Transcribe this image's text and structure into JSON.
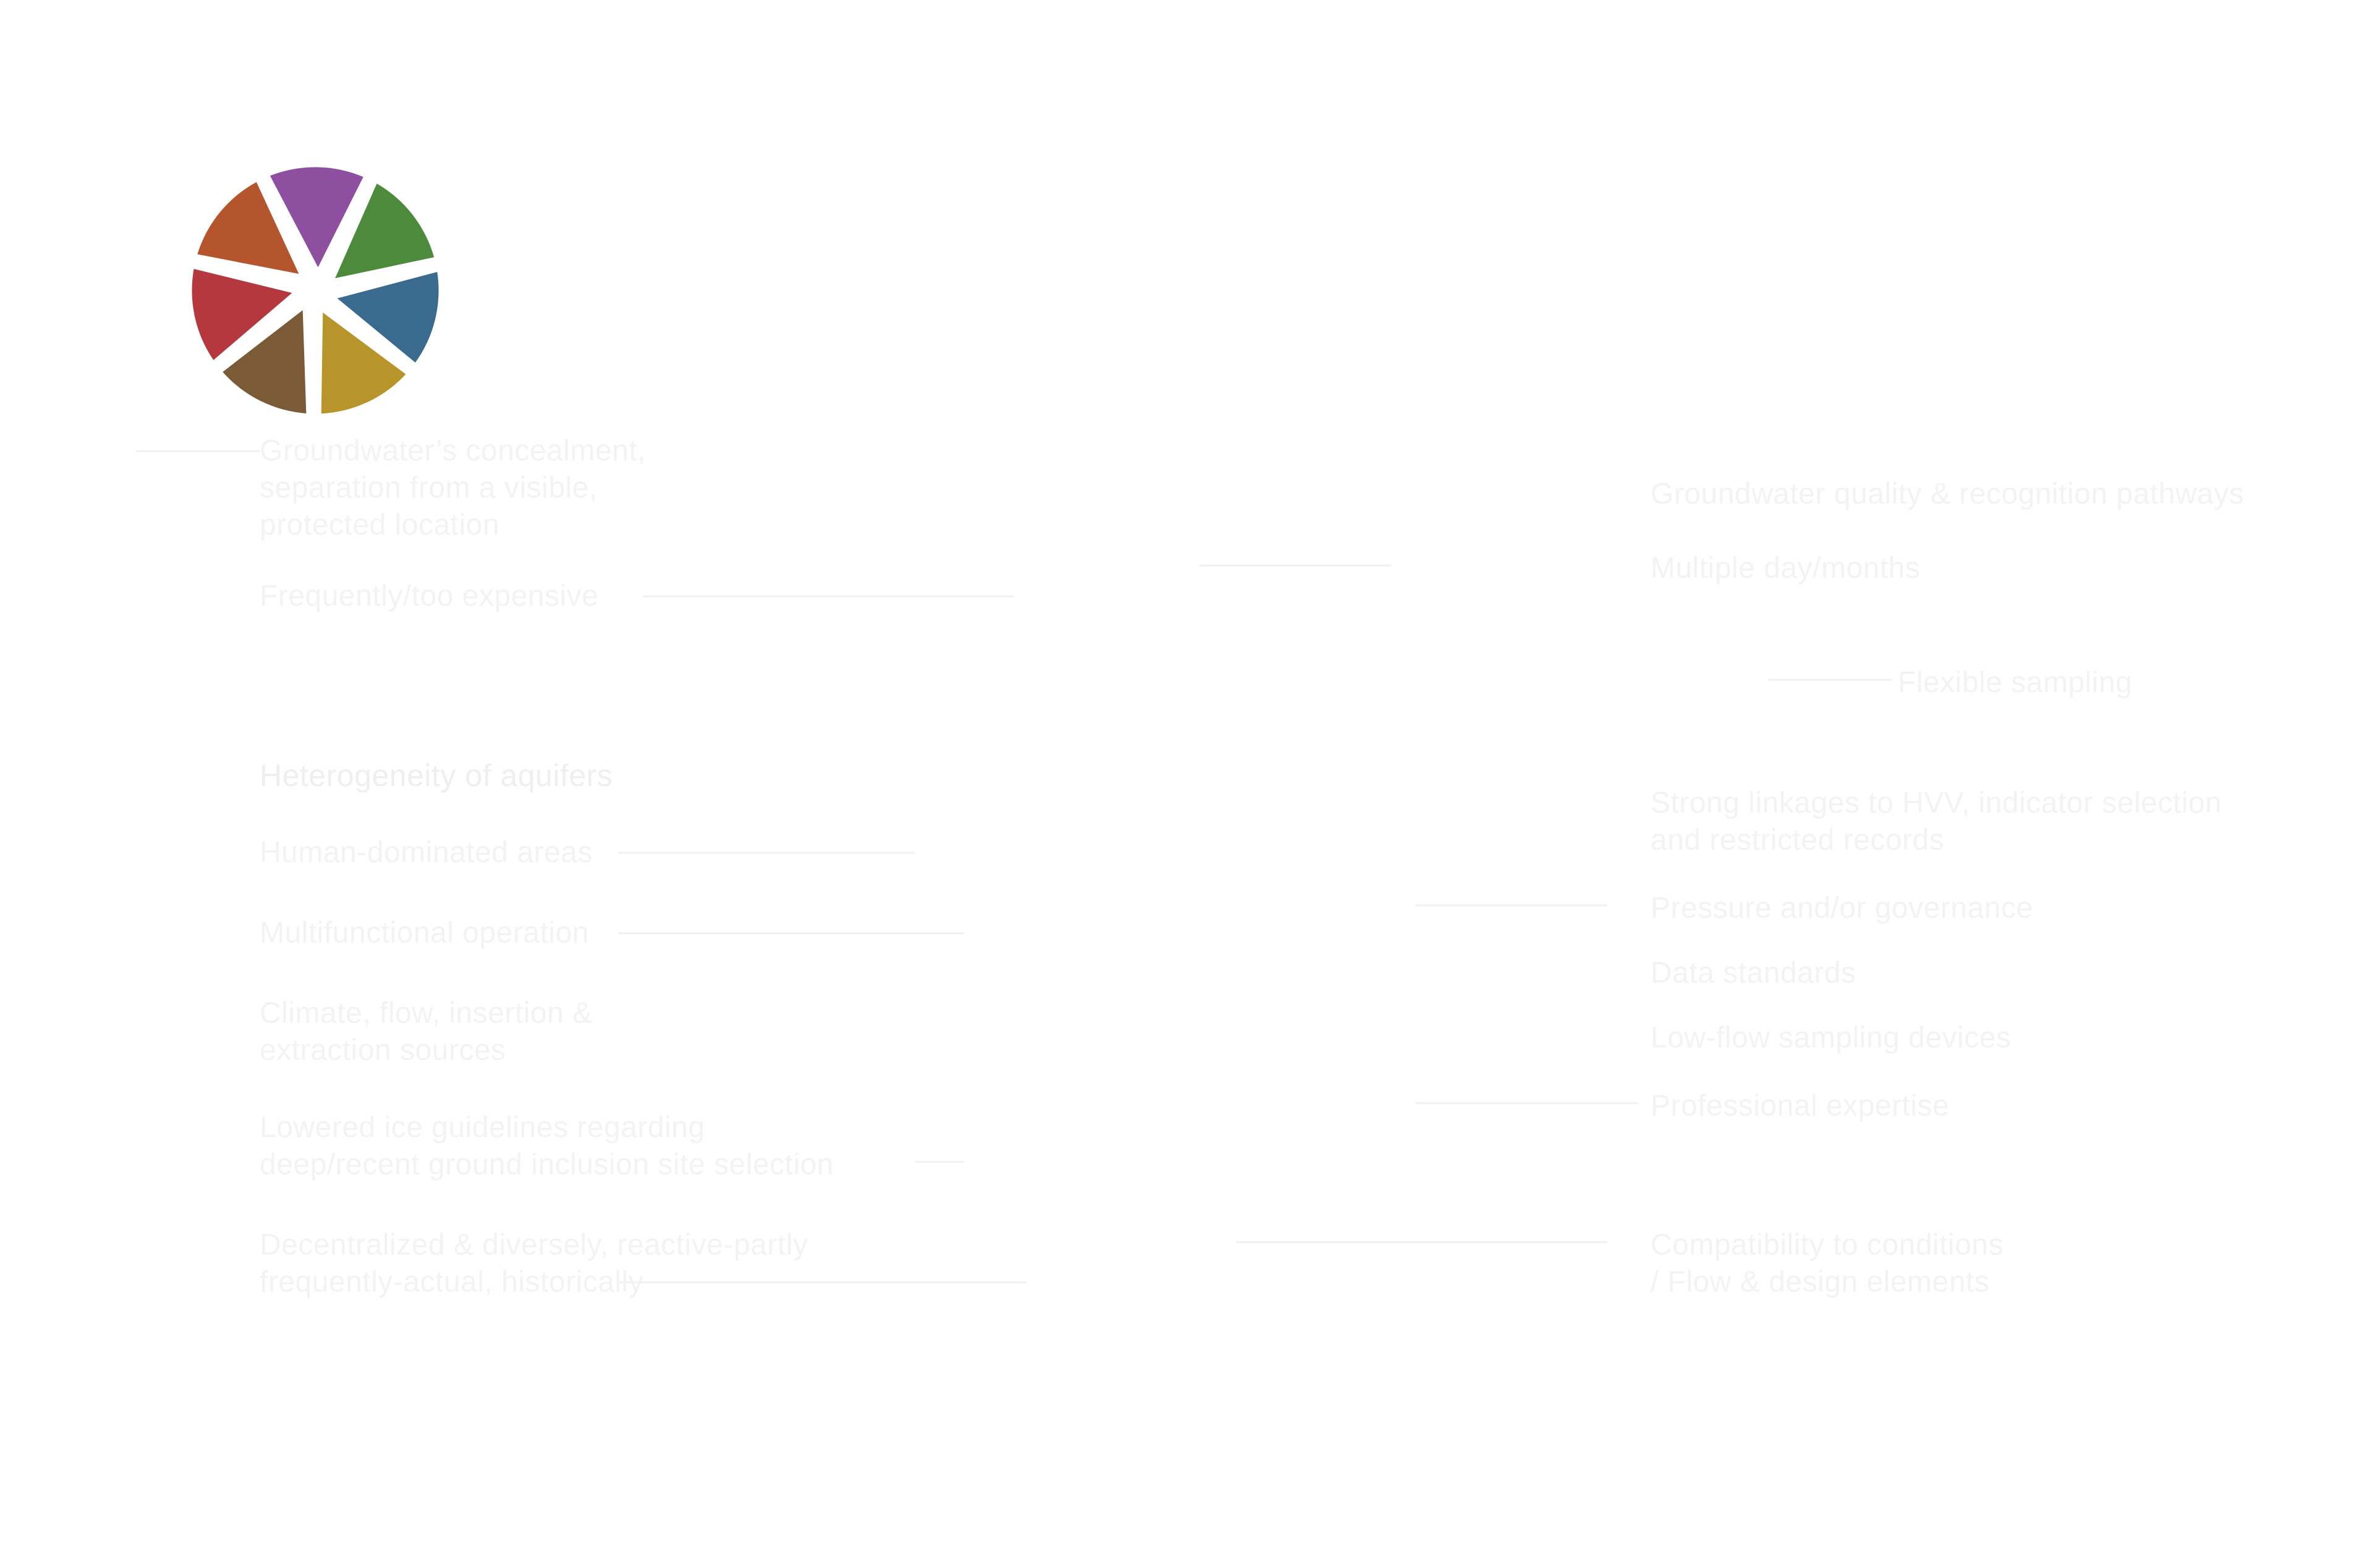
{
  "logo": {
    "icon": "aperture-icon",
    "segment_colors": [
      "#8e4fa0",
      "#4d8a3c",
      "#3a6a8d",
      "#b8952a",
      "#7b5b37",
      "#b5383e",
      "#b5552e"
    ]
  },
  "line_color": "#f0f0f0",
  "text_color": "#f3f3f3",
  "left_labels": [
    {
      "text": "Groundwater’s concealment,\nseparation from a visible,\nprotected location"
    },
    {
      "text": "Frequently/too expensive"
    },
    {
      "text": "Heterogeneity of aquifers"
    },
    {
      "text": "Human-dominated areas"
    },
    {
      "text": "Multifunctional operation"
    },
    {
      "text": "Climate, flow, insertion &\nextraction sources"
    },
    {
      "text": "Lowered ice guidelines regarding\ndeep/recent ground inclusion site selection"
    },
    {
      "text": "Decentralized & diversely, reactive-partly\nfrequently-actual, historically"
    }
  ],
  "right_labels": [
    {
      "text": "Groundwater quality & recognition pathways"
    },
    {
      "text": "Multiple day/months"
    },
    {
      "text": "Flexible sampling"
    },
    {
      "text": "Strong linkages to HVV, indicator selection\nand restricted records"
    },
    {
      "text": "Pressure and/or governance"
    },
    {
      "text": "Data standards"
    },
    {
      "text": "Low-flow sampling devices"
    },
    {
      "text": "Professional expertise"
    },
    {
      "text": "Compatibility to conditions\n/ Flow & design elements"
    }
  ]
}
